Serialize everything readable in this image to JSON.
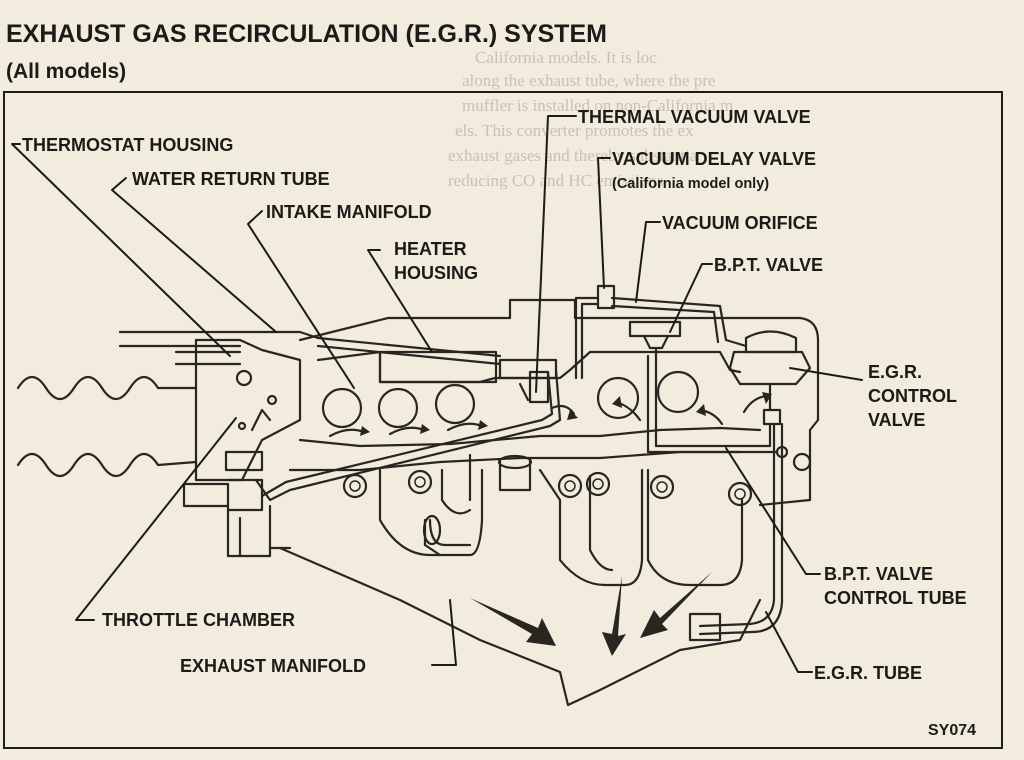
{
  "header": {
    "title": "EXHAUST GAS RECIRCULATION (E.G.R.) SYSTEM",
    "subtitle": "(All models)"
  },
  "labels": {
    "thermal_vacuum_valve": "THERMAL VACUUM VALVE",
    "thermostat_housing": "THERMOSTAT HOUSING",
    "vacuum_delay_valve": "VACUUM DELAY VALVE",
    "california_note": "(California model only)",
    "water_return_tube": "WATER RETURN TUBE",
    "intake_manifold": "INTAKE MANIFOLD",
    "vacuum_orifice": "VACUUM ORIFICE",
    "heater_housing_line1": "HEATER",
    "heater_housing_line2": "HOUSING",
    "bpt_valve": "B.P.T. VALVE",
    "egr_control_valve_line1": "E.G.R.",
    "egr_control_valve_line2": "CONTROL",
    "egr_control_valve_line3": "VALVE",
    "throttle_chamber": "THROTTLE CHAMBER",
    "bpt_valve_control_tube_line1": "B.P.T. VALVE",
    "bpt_valve_control_tube_line2": "CONTROL TUBE",
    "exhaust_manifold": "EXHAUST MANIFOLD",
    "egr_tube": "E.G.R. TUBE"
  },
  "figure_code": "SY074",
  "bleed_text": [
    "California models. It is loc",
    "along the exhaust tube, where the pre",
    "muffler is installed on non-California m",
    "els. This converter promotes the ex",
    "exhaust gases and thereby substantia",
    "reducing CO and HC emissions."
  ]
}
